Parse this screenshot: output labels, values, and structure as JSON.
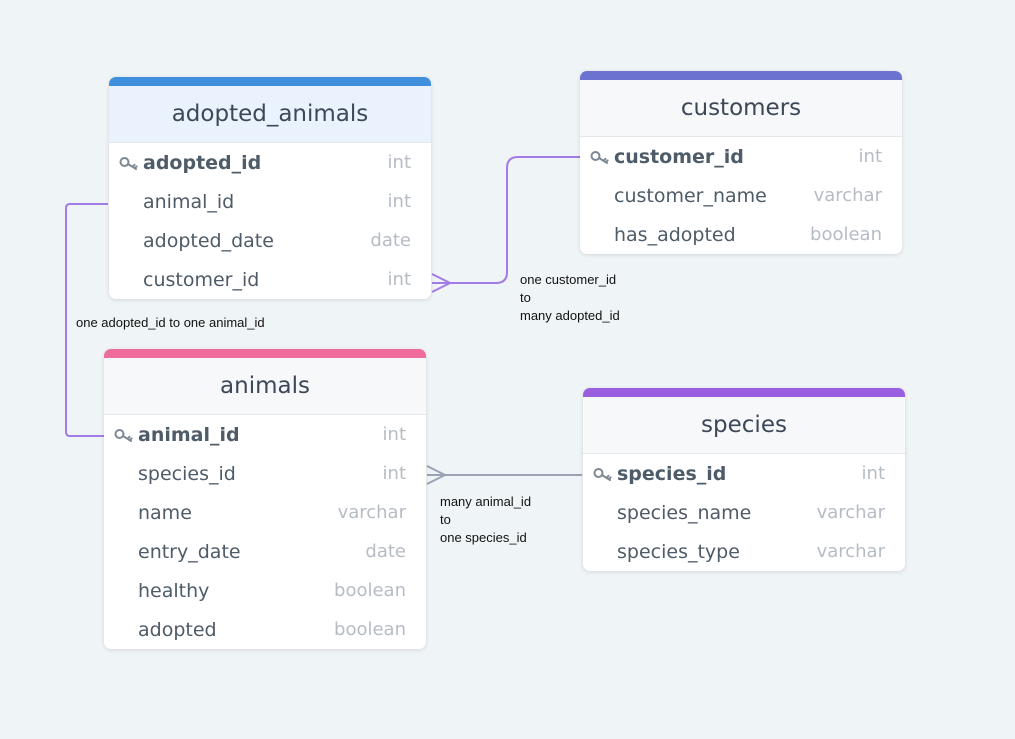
{
  "colors": {
    "background": "#eff4f7",
    "adopted_animals_bar": "#3f90dc",
    "customers_bar": "#6b72d0",
    "animals_bar": "#ef6b9b",
    "species_bar": "#9a5ee0",
    "relation_purple": "#a37be6",
    "relation_gray": "#9aa3b3"
  },
  "tables": {
    "adopted_animals": {
      "name": "adopted_animals",
      "fields": [
        {
          "name": "adopted_id",
          "type": "int",
          "pk": true
        },
        {
          "name": "animal_id",
          "type": "int"
        },
        {
          "name": "adopted_date",
          "type": "date"
        },
        {
          "name": "customer_id",
          "type": "int"
        }
      ]
    },
    "customers": {
      "name": "customers",
      "fields": [
        {
          "name": "customer_id",
          "type": "int",
          "pk": true
        },
        {
          "name": "customer_name",
          "type": "varchar"
        },
        {
          "name": "has_adopted",
          "type": "boolean"
        }
      ]
    },
    "animals": {
      "name": "animals",
      "fields": [
        {
          "name": "animal_id",
          "type": "int",
          "pk": true
        },
        {
          "name": "species_id",
          "type": "int"
        },
        {
          "name": "name",
          "type": "varchar"
        },
        {
          "name": "entry_date",
          "type": "date"
        },
        {
          "name": "healthy",
          "type": "boolean"
        },
        {
          "name": "adopted",
          "type": "boolean"
        }
      ]
    },
    "species": {
      "name": "species",
      "fields": [
        {
          "name": "species_id",
          "type": "int",
          "pk": true
        },
        {
          "name": "species_name",
          "type": "varchar"
        },
        {
          "name": "species_type",
          "type": "varchar"
        }
      ]
    }
  },
  "relations": {
    "adopted_to_animals": {
      "lines": [
        "one adopted_id to one animal_id"
      ]
    },
    "customers_to_adopted": {
      "lines": [
        "one customer_id",
        "to",
        "many adopted_id"
      ]
    },
    "animals_to_species": {
      "lines": [
        "many animal_id",
        "to",
        "one species_id"
      ]
    }
  }
}
